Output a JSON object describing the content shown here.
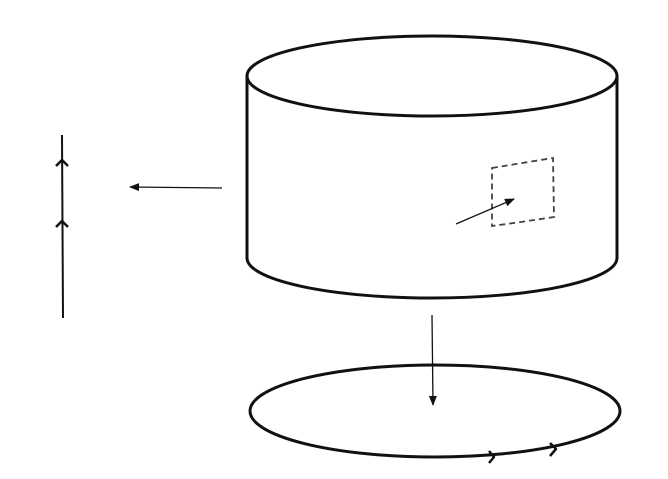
{
  "diagram": {
    "elements": [
      {
        "id": "cylinder",
        "kind": "solid-cylinder"
      },
      {
        "id": "surface-patch",
        "kind": "dashed-region-on-lateral-surface"
      },
      {
        "id": "patch-arrow",
        "kind": "arrow-pointing-into-patch"
      },
      {
        "id": "left-arrow",
        "kind": "arrow-from-cylinder-to-line"
      },
      {
        "id": "vertical-line",
        "kind": "line-with-two-tick-marks"
      },
      {
        "id": "down-arrow",
        "kind": "arrow-from-cylinder-to-circle"
      },
      {
        "id": "base-circle",
        "kind": "ellipse-with-two-tick-marks"
      }
    ],
    "colors": {
      "stroke": "#111111",
      "background": "#ffffff",
      "dashed": "#444444"
    }
  }
}
